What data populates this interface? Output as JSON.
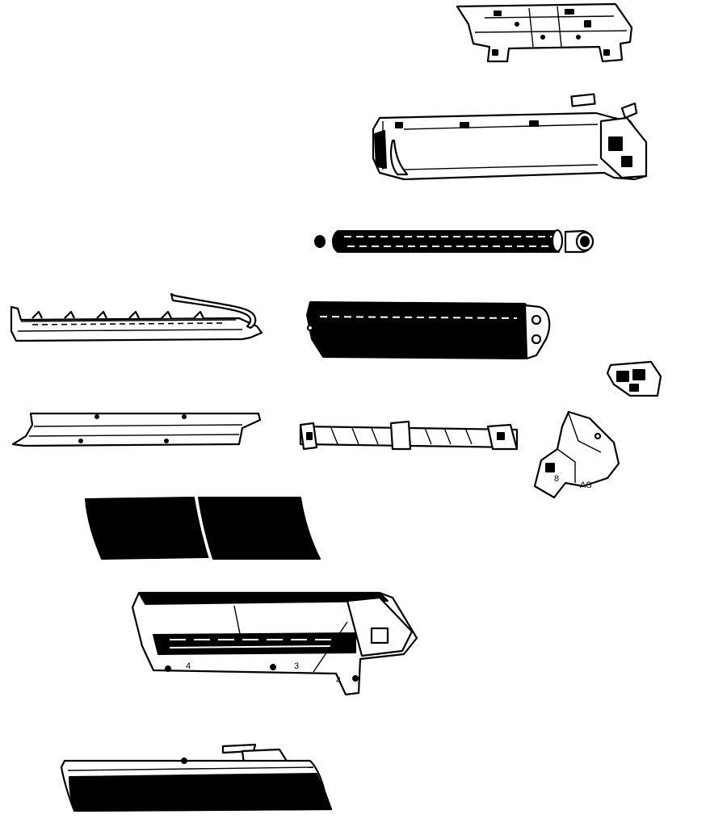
{
  "diagram": {
    "part_labels": {
      "control_box_mark": "8",
      "box_letters": "AS",
      "chassis_mark_1": "4",
      "chassis_mark_2": "3",
      "chassis_mark_3": "4"
    }
  }
}
